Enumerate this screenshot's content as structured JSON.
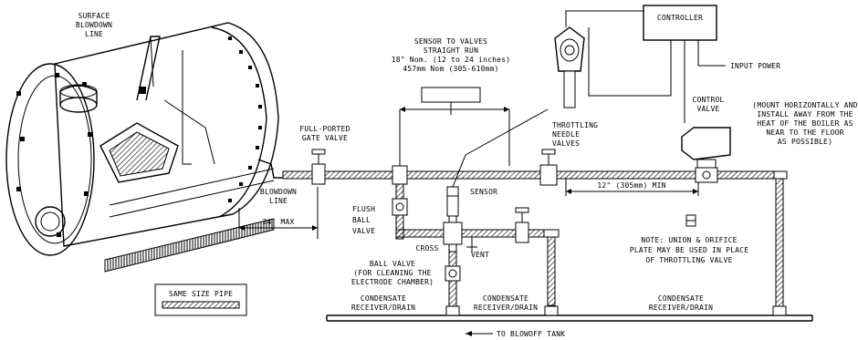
{
  "labels": {
    "surface_blowdown": [
      "SURFACE",
      "BLOWDOWN",
      "LINE"
    ],
    "sensor_to_valves": [
      "SENSOR TO VALVES",
      "STRAIGHT RUN",
      "18\" Nom. (12 to 24 inches)",
      "457mm Nom (305-610mm)"
    ],
    "controller": "CONTROLLER",
    "input_power": "INPUT POWER",
    "control_valve": [
      "CONTROL",
      "VALVE"
    ],
    "mount_note": [
      "(MOUNT HORIZONTALLY AND",
      "INSTALL AWAY FROM THE",
      "HEAT OF THE BOILER AS",
      "NEAR TO THE FLOOR",
      "AS POSSIBLE)"
    ],
    "full_ported": [
      "FULL-PORTED",
      "GATE VALVE"
    ],
    "throttling": [
      "THROTTLING",
      "NEEDLE",
      "VALVES"
    ],
    "blowdown_line": [
      "BLOWDOWN",
      "LINE"
    ],
    "dist_12": "12\" (305mm) MIN",
    "sensor": "SENSOR",
    "flush_ball": [
      "FLUSH",
      "BALL",
      "VALVE"
    ],
    "max_24": "24' MAX",
    "cross": "CROSS",
    "vent": "VENT",
    "union_note": [
      "NOTE: UNION & ORIFICE",
      "PLATE MAY BE USED IN PLACE",
      "OF THROTTLING VALVE"
    ],
    "ball_valve": [
      "BALL VALVE",
      "(FOR CLEANING THE",
      "ELECTRODE CHAMBER)"
    ],
    "same_size_pipe": "SAME SIZE PIPE",
    "condensate_1": [
      "CONDENSATE",
      "RECEIVER/DRAIN"
    ],
    "condensate_2": [
      "CONDENSATE",
      "RECEIVER/DRAIN"
    ],
    "condensate_3": [
      "CONDENSATE",
      "RECEIVER/DRAIN"
    ],
    "to_blowoff": "TO BLOWOFF TANK"
  }
}
